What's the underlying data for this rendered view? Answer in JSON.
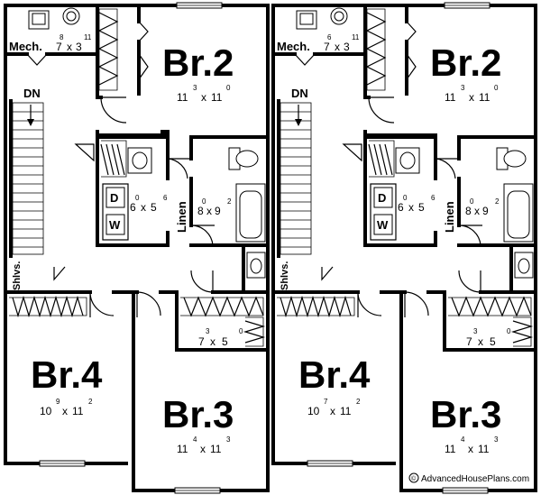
{
  "units": [
    {
      "mech": {
        "label": "Mech.",
        "d1": "7",
        "s1": "8",
        "x": "x",
        "d2": "3",
        "s2": "11"
      },
      "br2": {
        "label": "Br.2",
        "d1": "11",
        "s1": "3",
        "x": "x",
        "d2": "11",
        "s2": "0"
      },
      "dn": {
        "label": "DN"
      },
      "bath1": {
        "d1": "6",
        "s1": "0",
        "x": "x",
        "d2": "5",
        "s2": "6"
      },
      "hall": {
        "d1": "8",
        "s1": "0",
        "x": "x",
        "d2": "9",
        "s2": "2"
      },
      "linen": {
        "label": "Linen"
      },
      "shlvs": {
        "label": "Shlvs."
      },
      "closet": {
        "d1": "7",
        "s1": "3",
        "x": "x",
        "d2": "5",
        "s2": "0"
      },
      "br4": {
        "label": "Br.4",
        "d1": "10",
        "s1": "9",
        "x": "x",
        "d2": "11",
        "s2": "2"
      },
      "br3": {
        "label": "Br.3",
        "d1": "11",
        "s1": "4",
        "x": "x",
        "d2": "11",
        "s2": "3"
      },
      "washer": {
        "label": "W"
      },
      "dryer": {
        "label": "D"
      }
    },
    {
      "mech": {
        "label": "Mech.",
        "d1": "7",
        "s1": "6",
        "x": "x",
        "d2": "3",
        "s2": "11"
      },
      "br2": {
        "label": "Br.2",
        "d1": "11",
        "s1": "3",
        "x": "x",
        "d2": "11",
        "s2": "0"
      },
      "dn": {
        "label": "DN"
      },
      "bath1": {
        "d1": "6",
        "s1": "0",
        "x": "x",
        "d2": "5",
        "s2": "6"
      },
      "hall": {
        "d1": "8",
        "s1": "0",
        "x": "x",
        "d2": "9",
        "s2": "2"
      },
      "linen": {
        "label": "Linen"
      },
      "shlvs": {
        "label": "Shlvs."
      },
      "closet": {
        "d1": "7",
        "s1": "3",
        "x": "x",
        "d2": "5",
        "s2": "0"
      },
      "br4": {
        "label": "Br.4",
        "d1": "10",
        "s1": "7",
        "x": "x",
        "d2": "11",
        "s2": "2"
      },
      "br3": {
        "label": "Br.3",
        "d1": "11",
        "s1": "4",
        "x": "x",
        "d2": "11",
        "s2": "3"
      },
      "washer": {
        "label": "W"
      },
      "dryer": {
        "label": "D"
      }
    }
  ],
  "copyright": {
    "symbol": "©",
    "text": "AdvancedHousePlans.com"
  }
}
